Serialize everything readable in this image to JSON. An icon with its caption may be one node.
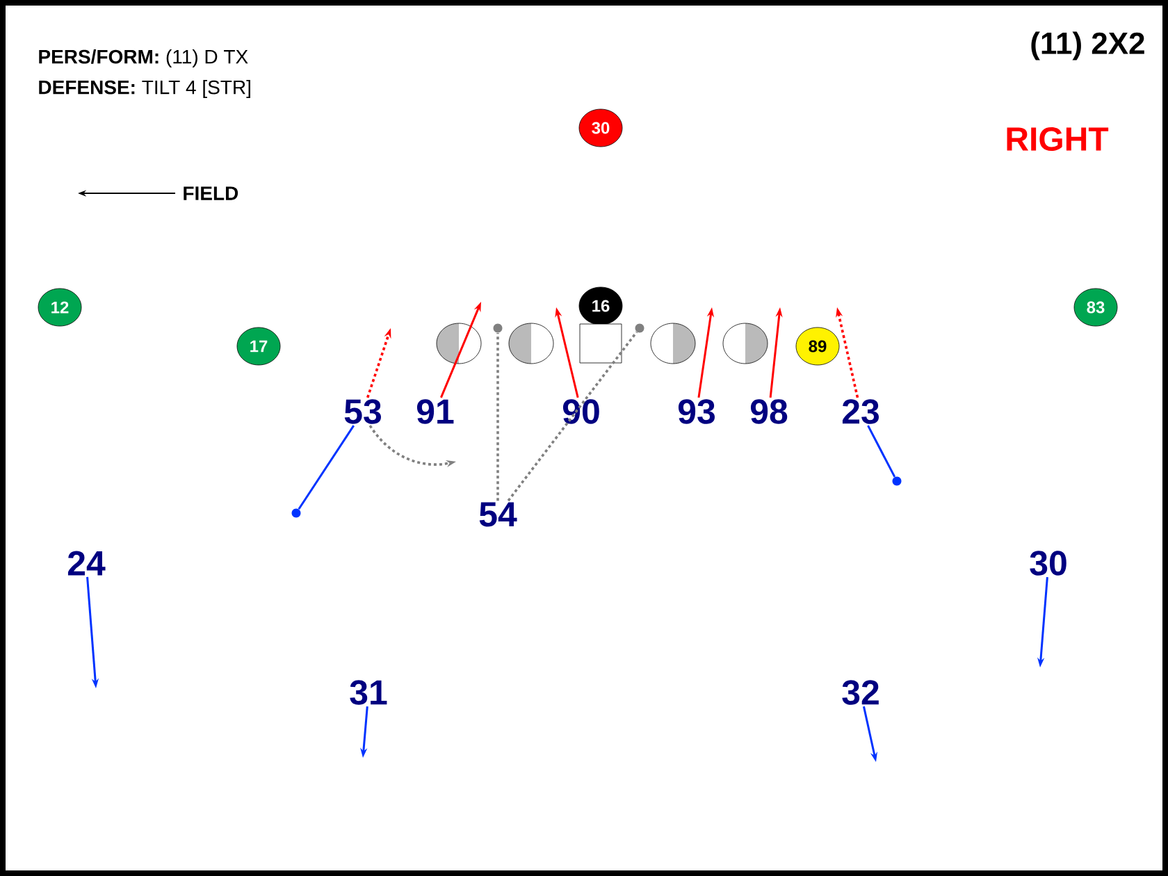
{
  "diagram": {
    "nodes": [
      {
        "text": [
          "30"
        ]
      },
      {
        "text": [
          "12"
        ]
      },
      {
        "text": [
          "83"
        ]
      },
      {
        "text": [
          "16"
        ]
      },
      {
        "text": [
          "17"
        ]
      },
      {
        "text": [],
        "shape": "circle"
      },
      {
        "text": [],
        "shape": "circle"
      },
      {
        "text": [],
        "shape": "box"
      },
      {
        "text": [],
        "shape": "circle"
      },
      {
        "text": [],
        "shape": "circle"
      },
      {
        "text": [
          "89"
        ]
      },
      {
        "text": [
          "53"
        ]
      },
      {
        "text": [
          "91"
        ]
      },
      {
        "text": [
          "90"
        ]
      },
      {
        "text": [
          "93"
        ]
      },
      {
        "text": [
          "98"
        ]
      },
      {
        "text": [
          "23"
        ]
      },
      {
        "text": [
          "54"
        ]
      },
      {
        "text": [
          "24"
        ]
      },
      {
        "text": [
          "30"
        ]
      },
      {
        "text": [
          "31"
        ]
      },
      {
        "text": [
          "32"
        ]
      },
      {
        "text": [],
        "shape": "dot"
      },
      {
        "text": [],
        "shape": "dot"
      },
      {
        "text": [],
        "shape": "dot"
      },
      {
        "text": [],
        "shape": "dot"
      }
    ],
    "edges": [
      {
        "from": 11,
        "to": null,
        "arrow": "to",
        "style": "dashed",
        "color": "#ff0000"
      },
      {
        "from": 11,
        "to": 24,
        "arrow": "none",
        "color": "#0033ff"
      },
      {
        "from": 11,
        "to": null,
        "arrow": "to",
        "style": "dashed",
        "color": "#808080"
      },
      {
        "from": 12,
        "to": null,
        "arrow": "to",
        "color": "#ff0000"
      },
      {
        "from": 13,
        "to": null,
        "arrow": "to",
        "color": "#ff0000"
      },
      {
        "from": 14,
        "to": null,
        "arrow": "to",
        "color": "#ff0000"
      },
      {
        "from": 15,
        "to": null,
        "arrow": "to",
        "color": "#ff0000"
      },
      {
        "from": 16,
        "to": null,
        "arrow": "to",
        "style": "dashed",
        "color": "#ff0000"
      },
      {
        "from": 16,
        "to": 25,
        "arrow": "none",
        "color": "#0033ff"
      },
      {
        "from": 17,
        "to": 22,
        "arrow": "none",
        "style": "dashed",
        "color": "#808080"
      },
      {
        "from": 17,
        "to": 23,
        "arrow": "none",
        "style": "dashed",
        "color": "#808080"
      },
      {
        "from": 18,
        "to": null,
        "arrow": "to",
        "color": "#0033ff"
      },
      {
        "from": 19,
        "to": null,
        "arrow": "to",
        "color": "#0033ff"
      },
      {
        "from": 20,
        "to": null,
        "arrow": "to",
        "color": "#0033ff"
      },
      {
        "from": 21,
        "to": null,
        "arrow": "to",
        "color": "#0033ff"
      }
    ],
    "labels": [
      "**PERS/FORM:** (11) D TX",
      "**DEFENSE:** TILT 4 [STR]",
      "(11) 2X2",
      "RIGHT",
      "FIELD"
    ]
  }
}
